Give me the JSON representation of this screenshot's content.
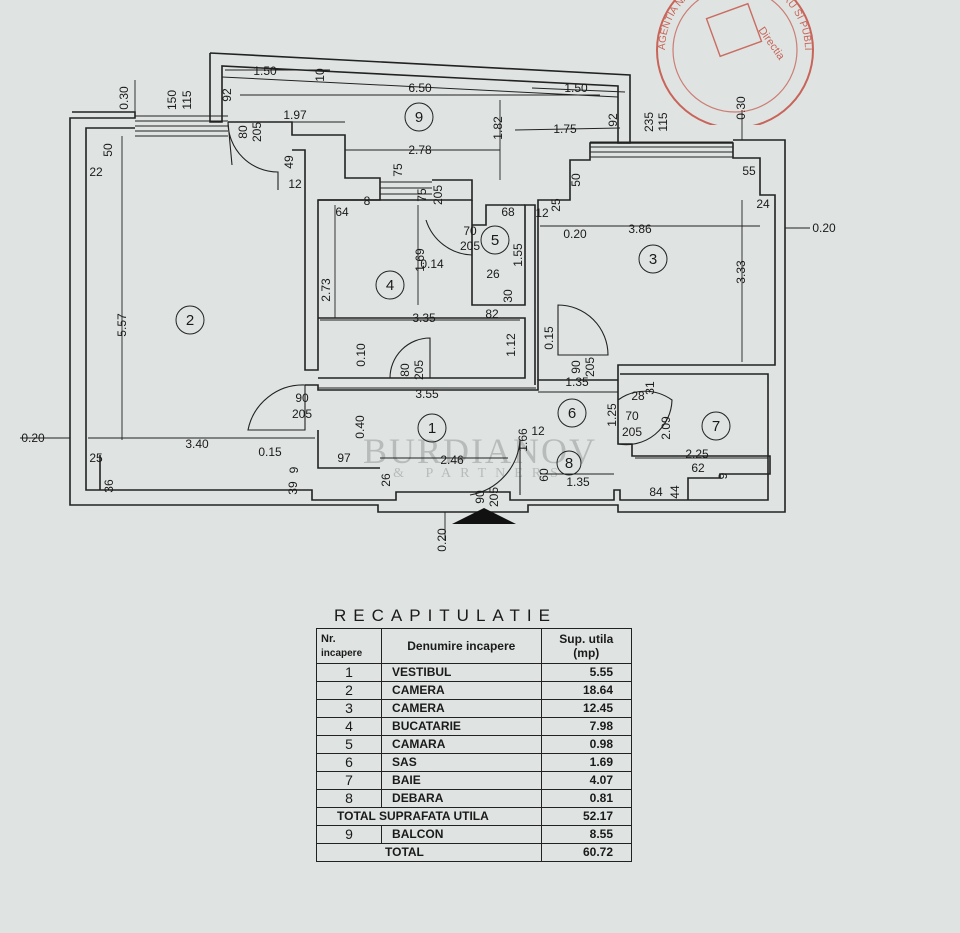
{
  "plan": {
    "rooms": [
      {
        "id": "r1",
        "number": "1"
      },
      {
        "id": "r2",
        "number": "2"
      },
      {
        "id": "r3",
        "number": "3"
      },
      {
        "id": "r4",
        "number": "4"
      },
      {
        "id": "r5",
        "number": "5"
      },
      {
        "id": "r6",
        "number": "6"
      },
      {
        "id": "r7",
        "number": "7"
      },
      {
        "id": "r8",
        "number": "8"
      },
      {
        "id": "r9",
        "number": "9"
      }
    ],
    "dimensions": [
      "0.30",
      "1.50",
      "10",
      "6.50",
      "1.50",
      "92",
      "1.97",
      "150",
      "115",
      "80",
      "205",
      "1.82",
      "1.75",
      "92",
      "235",
      "115",
      "0.30",
      "50",
      "22",
      "49",
      "12",
      "75",
      "75",
      "205",
      "2.78",
      "55",
      "24",
      "64",
      "8",
      "68",
      "12",
      "25",
      "50",
      "70",
      "205",
      "0.20",
      "3.86",
      "0.20",
      "1.69",
      "0.14",
      "1.55",
      "26",
      "30",
      "2.73",
      "5.57",
      "3.33",
      "3.35",
      "82",
      "0.15",
      "0.10",
      "1.12",
      "80",
      "205",
      "90",
      "205",
      "90",
      "205",
      "1.35",
      "3.55",
      "31",
      "28",
      "0.40",
      "1.25",
      "70",
      "205",
      "0.20",
      "3.40",
      "0.15",
      "9",
      "97",
      "2.46",
      "1.66",
      "12",
      "2.09",
      "2.25",
      "62",
      "9",
      "25",
      "36",
      "39",
      "26",
      "60",
      "1.35",
      "84",
      "44",
      "90",
      "205",
      "0.20"
    ]
  },
  "stamp": {
    "line1": "AGENTIA NATIONALA DE CADASTRU SI PUBLICITATE IMOBILIARA",
    "line2": "Directia"
  },
  "watermark": {
    "main": "BURDIANOV",
    "sub": "& PARTNERS"
  },
  "recap": {
    "title": "RECAPITULATIE",
    "headers": {
      "nr": "Nr.",
      "nr_sub": "incapere",
      "name": "Denumire incapere",
      "area": "Sup. utila",
      "area_unit": "(mp)"
    },
    "rows": [
      {
        "nr": "1",
        "name": "VESTIBUL",
        "area": "5.55"
      },
      {
        "nr": "2",
        "name": "CAMERA",
        "area": "18.64"
      },
      {
        "nr": "3",
        "name": "CAMERA",
        "area": "12.45"
      },
      {
        "nr": "4",
        "name": "BUCATARIE",
        "area": "7.98"
      },
      {
        "nr": "5",
        "name": "CAMARA",
        "area": "0.98"
      },
      {
        "nr": "6",
        "name": "SAS",
        "area": "1.69"
      },
      {
        "nr": "7",
        "name": "BAIE",
        "area": "4.07"
      },
      {
        "nr": "8",
        "name": "DEBARA",
        "area": "0.81"
      }
    ],
    "total_useful": {
      "label": "TOTAL  SUPRAFATA UTILA",
      "area": "52.17"
    },
    "balcony": {
      "nr": "9",
      "name": "BALCON",
      "area": "8.55"
    },
    "total": {
      "label": "TOTAL",
      "area": "60.72"
    }
  }
}
